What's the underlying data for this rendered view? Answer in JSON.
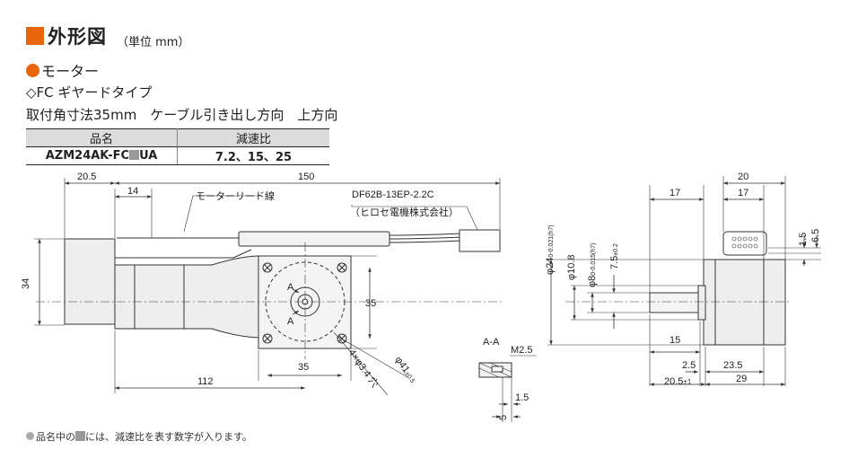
{
  "header": {
    "title": "外形図",
    "unit": "（単位 mm）"
  },
  "section": {
    "title": "モーター",
    "type": "◇FC ギヤードタイプ",
    "desc": "取付角寸法35mm　ケーブル引き出し方向　上方向"
  },
  "spec_table": {
    "headers": [
      "品名",
      "減速比"
    ],
    "product_prefix": "AZM24AK-FC",
    "product_suffix": "UA",
    "ratios": "7.2、15、25"
  },
  "footnote": {
    "before": "品名中の",
    "after": "には、減速比を表す数字が入ります。"
  },
  "colors": {
    "accent": "#e8650e",
    "line": "#333333",
    "body_fill": "#eaeaea"
  },
  "drawing": {
    "dims": [
      "20.5",
      "150",
      "14",
      "34",
      "35",
      "35",
      "112",
      "17",
      "20",
      "17",
      "15",
      "2.5",
      "23.5",
      "29",
      "1.5",
      "6.5",
      "M2.5",
      "1.5",
      "5"
    ],
    "dim_pm": {
      "value": "20.5",
      "tol": "±1"
    },
    "labels": {
      "lead": "モーターリード線",
      "connector_part": "DF62B-13EP-2.2C",
      "connector_maker": "（ヒロセ電機株式会社）",
      "section_aa": "A-A",
      "arrow_a": "A"
    },
    "diameters": [
      {
        "value": "φ24",
        "tol_upper": "0",
        "tol_lower": "-0.021(h7)"
      },
      {
        "value": "φ10.8"
      },
      {
        "value": "φ8",
        "tol_upper": "0",
        "tol_lower": "-0.015(h7)"
      },
      {
        "value": "7.5",
        "tol": "±0.2"
      },
      {
        "value": "φ41",
        "tol": "±0.5"
      },
      {
        "value": "4×φ3.4 穴"
      }
    ]
  }
}
